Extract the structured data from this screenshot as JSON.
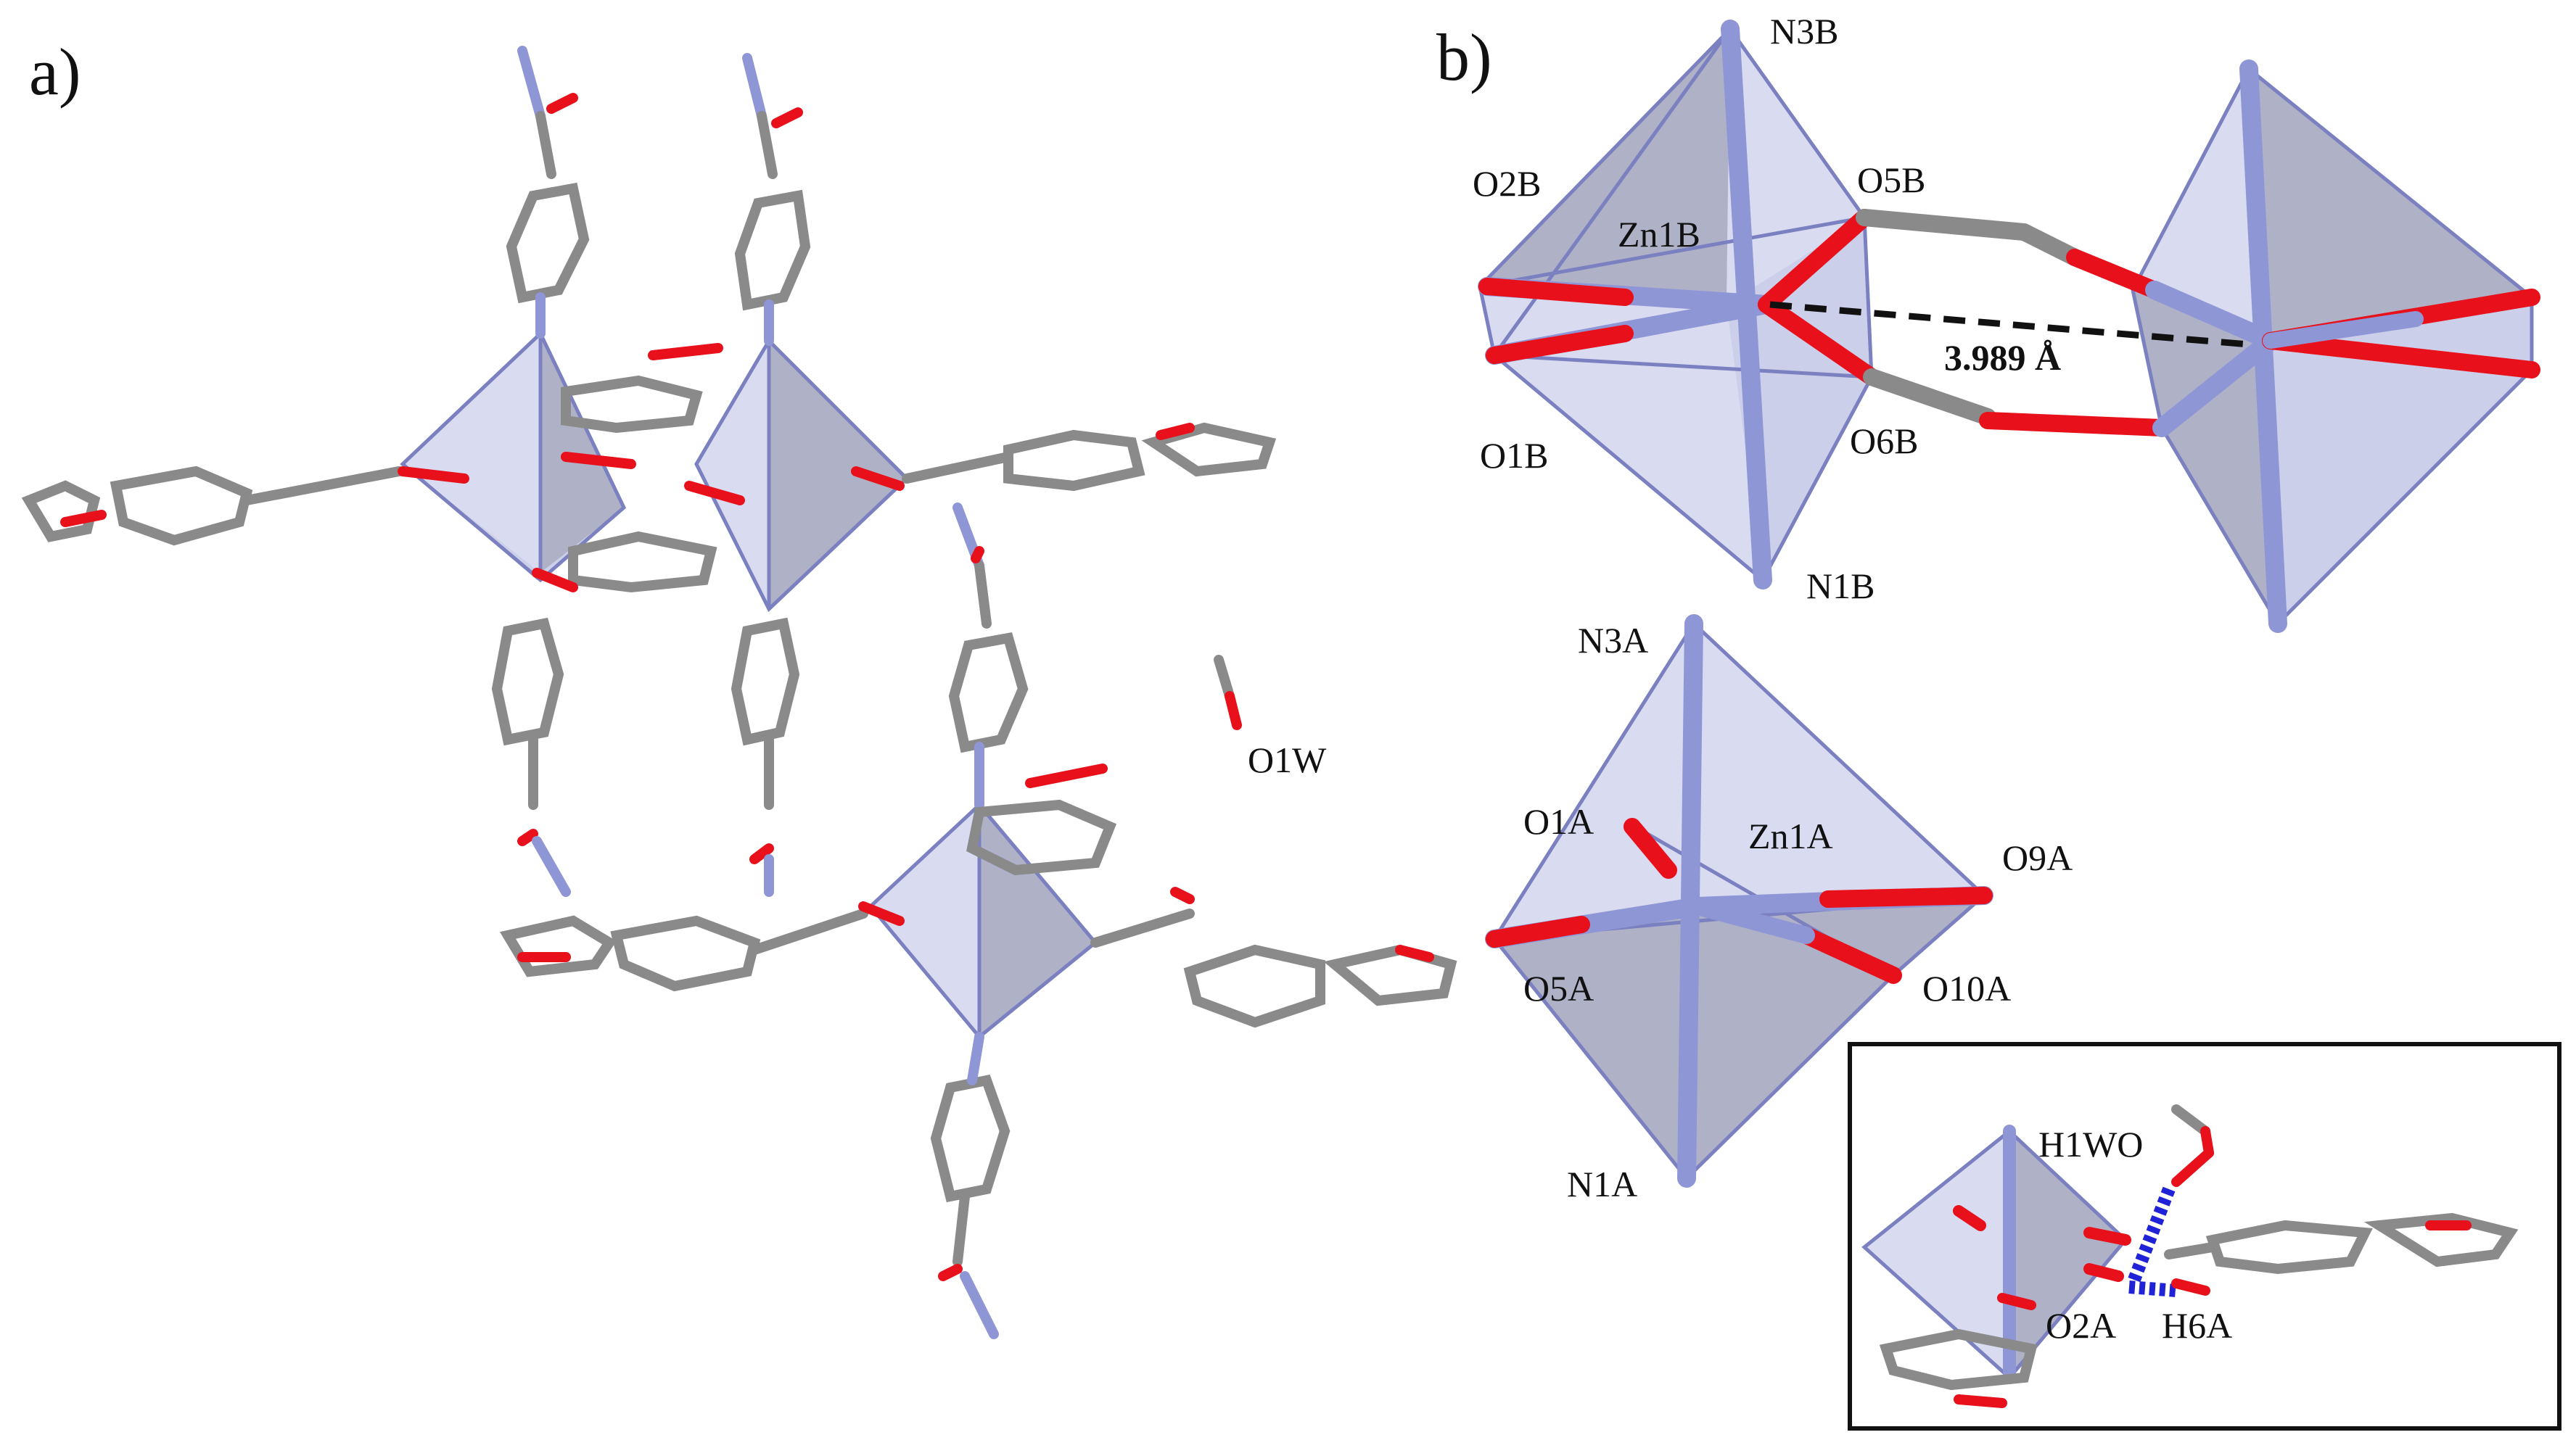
{
  "panel_a": {
    "label": "a)",
    "water_label": "O1W"
  },
  "panel_b": {
    "label": "b)",
    "dimer_atoms": {
      "n_top": "N3B",
      "o_upper_left": "O2B",
      "zn": "Zn1B",
      "o_upper_bridge": "O5B",
      "o_lower_left": "O1B",
      "o_lower_bridge": "O6B",
      "n_bottom": "N1B"
    },
    "distance": "3.989 Å",
    "mono_atoms": {
      "n_top": "N3A",
      "o_upper_left": "O1A",
      "zn": "Zn1A",
      "o_right": "O9A",
      "o_left": "O5A",
      "o_lower_right": "O10A",
      "n_bottom": "N1A"
    }
  },
  "inset": {
    "h_water": "H1WO",
    "o_acceptor": "O2A",
    "h_donor": "H6A"
  },
  "colors": {
    "carbon": "#8a8a8a",
    "oxygen": "#e8101a",
    "nitrogen_zinc": "#8f96d6",
    "hbond": "#1f22d6",
    "polyhedron": "#9aa0d4"
  }
}
